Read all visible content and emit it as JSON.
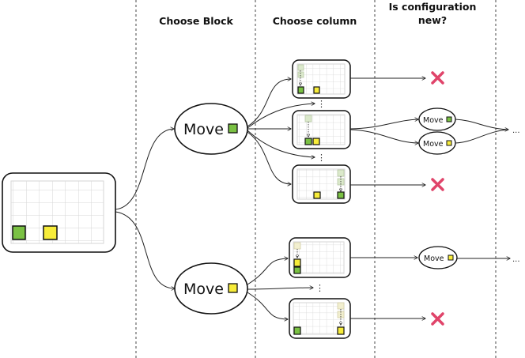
{
  "headers": {
    "choose_block": "Choose Block",
    "choose_column": "Choose column",
    "is_config_new": "Is configuration new?"
  },
  "move_label": "Move",
  "ellipsis": "...",
  "vellipsis": "⋮",
  "colors": {
    "green": "#7ac143",
    "yellow": "#f7ec3a",
    "red": "#e0446a",
    "grid": "#d6d6d6",
    "line": "#222222",
    "ghost_green": "#dbe9cb",
    "ghost_yellow": "#f2efcf"
  },
  "icons": [
    "green-block-icon",
    "yellow-block-icon",
    "rejected-x-icon",
    "arrow-icon"
  ]
}
